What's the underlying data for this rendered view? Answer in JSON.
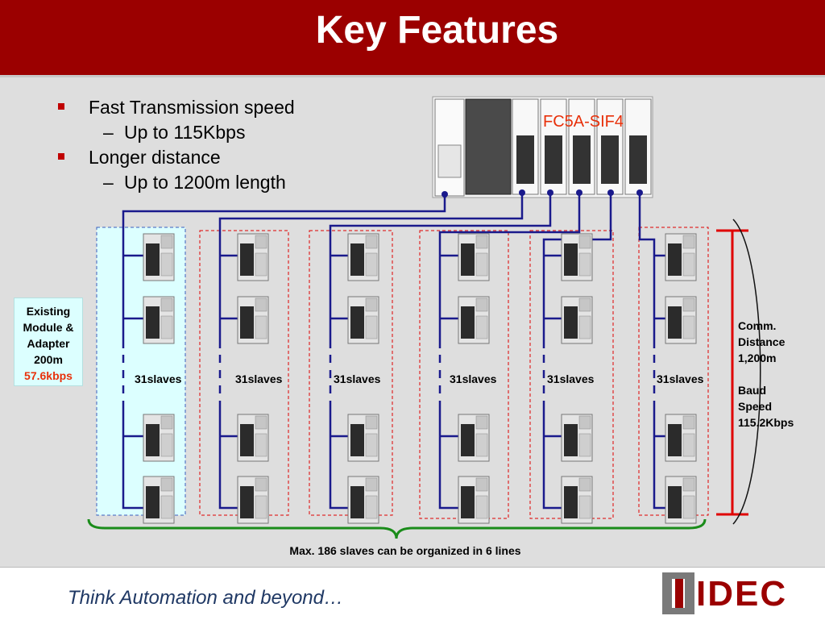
{
  "title": "Key Features",
  "bullets": [
    {
      "label": "Fast Transmission speed",
      "sub": "Up to 115Kbps"
    },
    {
      "label": "Longer distance",
      "sub": "Up to 1200m length"
    }
  ],
  "plc_label": "FC5A-SIF4",
  "existing": {
    "line1": "Existing",
    "line2": "Module &",
    "line3": "Adapter",
    "line4": "200m",
    "speed": "57.6kbps"
  },
  "slave_label": "31slaves",
  "comm": {
    "line1": "Comm.",
    "line2": "Distance",
    "line3": "1,200m",
    "line4": "Baud",
    "line5": "Speed",
    "line6": "115.2Kbps"
  },
  "max_text": "Max. 186 slaves can be organized in 6 lines",
  "footer": {
    "tagline": "Think Automation and beyond…",
    "logo": "IDEC"
  },
  "colors": {
    "header": "#9b0000",
    "accent": "#c00000",
    "bus": "#1a1a8c",
    "bracket": "#e00000",
    "brace": "#1a8c1a",
    "existing_box": "#dcffff"
  }
}
